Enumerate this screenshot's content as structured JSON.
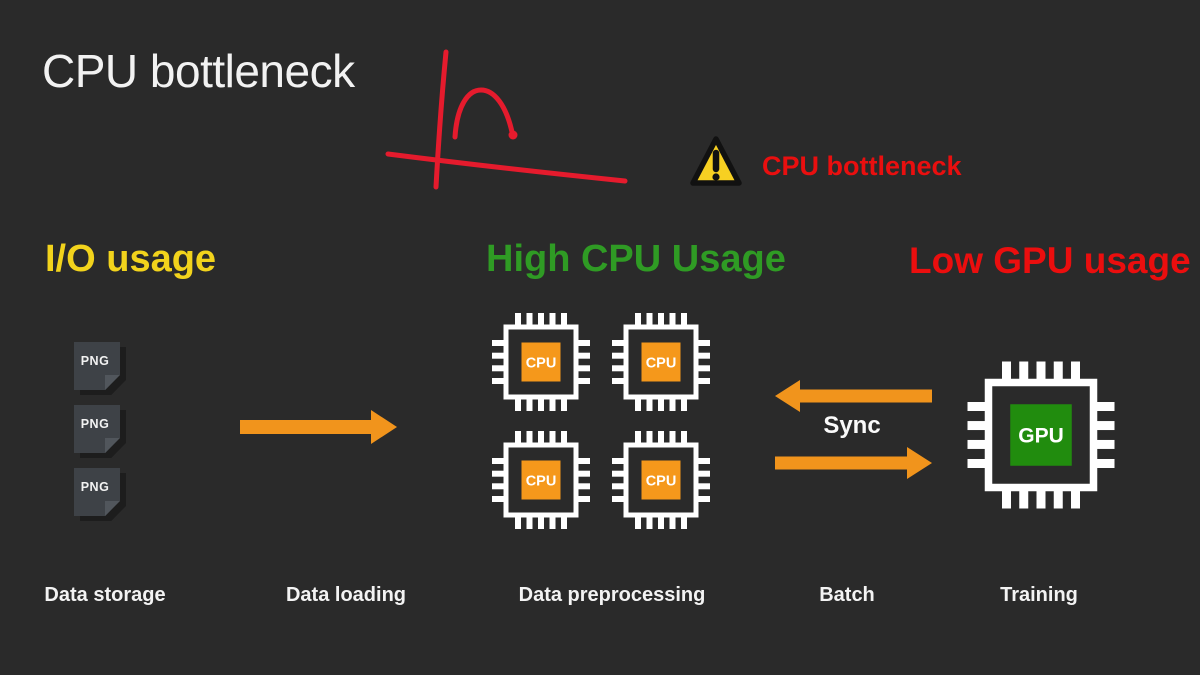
{
  "slide": {
    "title": "CPU bottleneck"
  },
  "warning": {
    "label": "CPU bottleneck",
    "icon": "warning-triangle-icon",
    "triangle_color": "#f7d022",
    "text_color": "#e90f0f"
  },
  "sections": {
    "io": {
      "label": "I/O usage",
      "color": "#f2d31c"
    },
    "cpu": {
      "label": "High CPU Usage",
      "color": "#2f9b24"
    },
    "gpu": {
      "label": "Low GPU usage",
      "color": "#eb0e0e"
    }
  },
  "files": {
    "type_label": "PNG",
    "count": 3,
    "icon_color": "#3e4247"
  },
  "chips": {
    "cpu": {
      "label": "CPU",
      "count": 4,
      "core_color": "#f5981b"
    },
    "gpu": {
      "label": "GPU",
      "count": 1,
      "core_color": "#218c0e"
    }
  },
  "sync": {
    "label": "Sync"
  },
  "stages": {
    "storage": "Data storage",
    "loading": "Data loading",
    "preprocessing": "Data preprocessing",
    "batch": "Batch",
    "training": "Training"
  },
  "colors": {
    "background": "#2a2a2a",
    "arrow": "#f1941c",
    "sketch": "#e51b2d",
    "text_primary": "#f2f2f2"
  }
}
